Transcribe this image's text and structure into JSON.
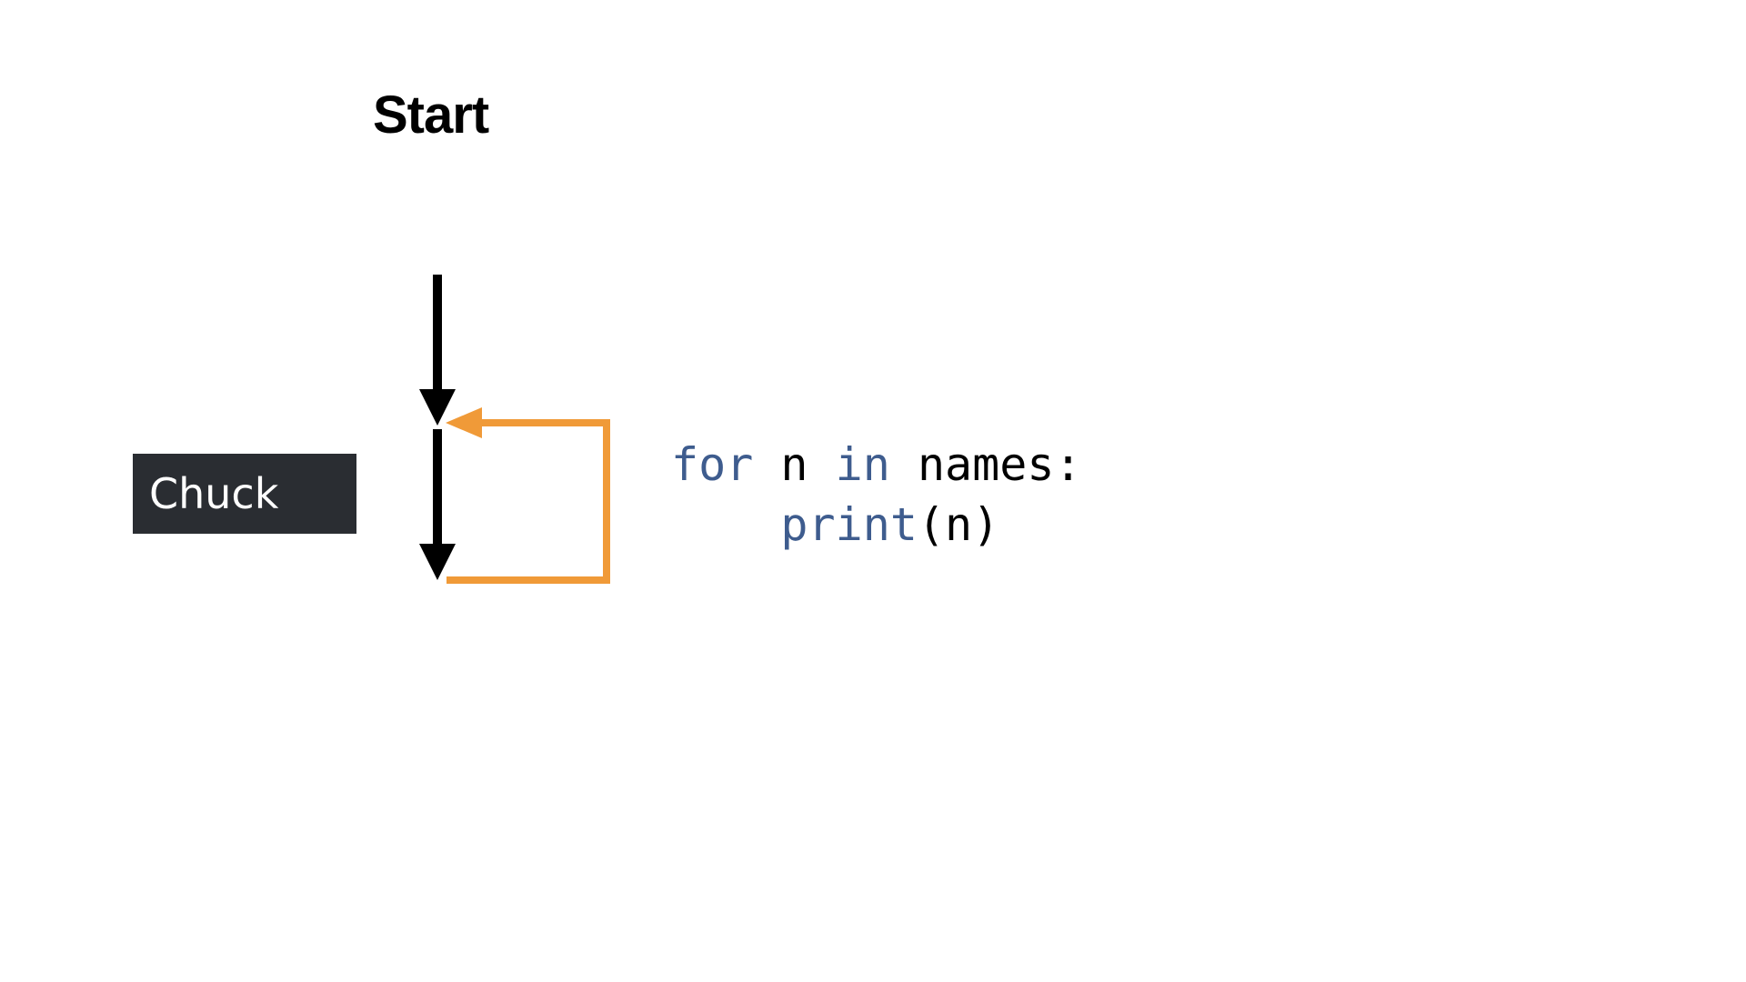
{
  "diagram": {
    "start_label": "Start",
    "current_value": "Chuck"
  },
  "code": {
    "line1": {
      "kw_for": "for",
      "var": " n ",
      "kw_in": "in",
      "iterable": " names:"
    },
    "line2": {
      "indent": "    ",
      "func": "print",
      "args": "(n)"
    }
  },
  "colors": {
    "flow_arrow": "#000000",
    "loop_arrow": "#f09a38",
    "value_box": "#2a2d32",
    "keyword": "#3e5c8e"
  },
  "icons": {
    "main_flow": "arrow-down-icon",
    "loop_back": "loop-back-arrow-icon"
  }
}
